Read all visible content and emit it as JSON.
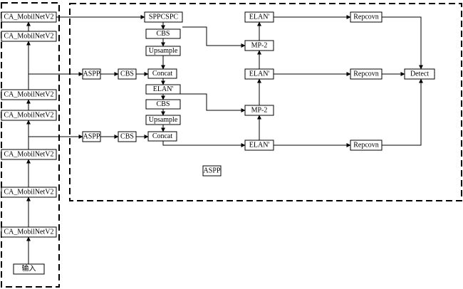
{
  "labels": {
    "ca1": "CA_MobilNetV2",
    "ca2": "CA_MobilNetV2",
    "ca3": "CA_MobilNetV2",
    "ca4": "CA_MobilNetV2",
    "ca5": "CA_MobilNetV2",
    "ca6": "CA_MobilNetV2",
    "ca7": "CA_MobilNetV2",
    "input": "输入",
    "sppcspc": "SPPCSPC",
    "cbs1": "CBS",
    "upsample1": "Upsample",
    "concat1": "Concat",
    "elan1": "ELAN'",
    "cbs2": "CBS",
    "upsample2": "Upsample",
    "concat2": "Concat",
    "aspp1": "ASPP",
    "cbs_a1": "CBS",
    "aspp2": "ASPP",
    "cbs_a2": "CBS",
    "aspp3": "ASPP",
    "elan_top": "ELAN'",
    "mp_top": "MP-2",
    "elan_mid": "ELAN'",
    "mp_bot": "MP-2",
    "elan_bot": "ELAN'",
    "rep1": "Repcovn",
    "rep2": "Repcovn",
    "rep3": "Repcovn",
    "detect": "Detect"
  },
  "colors": {
    "stroke": "#000000",
    "fill": "#ffffff"
  }
}
